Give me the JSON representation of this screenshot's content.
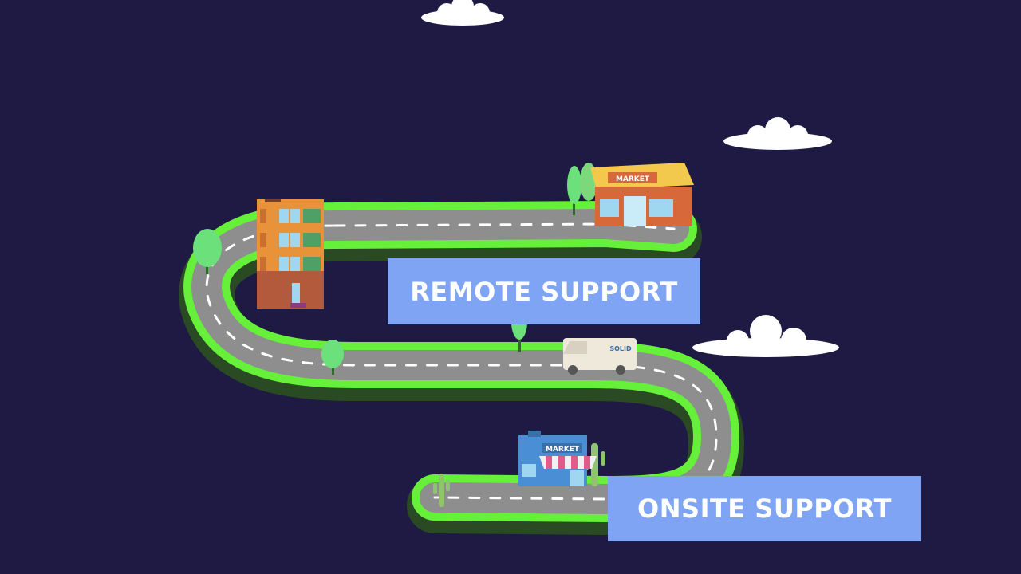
{
  "labels": {
    "remote_support": "REMOTE SUPPORT",
    "onsite_support": "ONSITE SUPPORT"
  },
  "signs": {
    "market_top": "MARKET",
    "market_bottom": "MARKET",
    "van_logo": "SOLID"
  },
  "colors": {
    "background": "#1f1a43",
    "road": "#8e8e8e",
    "road_edge": "#66f03a",
    "label_bg": "#7ea4f3",
    "label_text": "#ffffff"
  }
}
